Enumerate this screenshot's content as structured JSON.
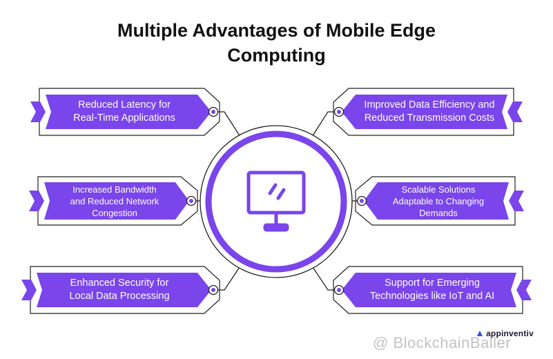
{
  "title": {
    "line1": "Multiple Advantages of Mobile Edge",
    "line2": "Computing"
  },
  "colors": {
    "accent": "#7a45ea",
    "dark": "#1f1f1f",
    "text_on_accent": "#ffffff"
  },
  "center_icon": "monitor-icon",
  "advantages": [
    {
      "line1": "Reduced Latency for",
      "line2": "Real-Time Applications",
      "line3": ""
    },
    {
      "line1": "Improved Data Efficiency and",
      "line2": "Reduced Transmission Costs",
      "line3": ""
    },
    {
      "line1": "Increased Bandwidth",
      "line2": "and Reduced Network",
      "line3": "Congestion"
    },
    {
      "line1": "Scalable Solutions",
      "line2": "Adaptable to Changing",
      "line3": "Demands"
    },
    {
      "line1": "Enhanced Security for",
      "line2": "Local Data Processing",
      "line3": ""
    },
    {
      "line1": "Support for Emerging",
      "line2": "Technologies like IoT and AI",
      "line3": ""
    }
  ],
  "brand": {
    "name": "appinventiv"
  },
  "watermark": {
    "text": "@ BlockchainBaller"
  }
}
